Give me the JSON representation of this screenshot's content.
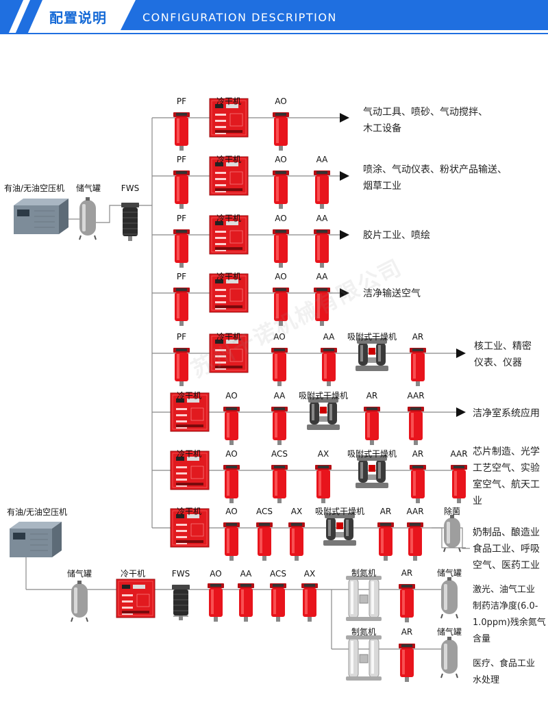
{
  "header": {
    "title_cn": "配置说明",
    "title_en": "CONFIGURATION DESCRIPTION"
  },
  "sources": {
    "top": {
      "compressor": "有油/无油空压机",
      "tank": "储气罐",
      "filter": "FWS"
    },
    "bottom": {
      "compressor": "有油/无油空压机"
    }
  },
  "rows": [
    {
      "labels": [
        "PF",
        "冷干机",
        "AO"
      ],
      "application": [
        "气动工具、喷砂、气动搅拌、",
        "木工设备"
      ]
    },
    {
      "labels": [
        "PF",
        "冷干机",
        "AO",
        "AA"
      ],
      "application": [
        "喷涂、气动仪表、粉状产品输送、",
        "烟草工业"
      ]
    },
    {
      "labels": [
        "PF",
        "冷干机",
        "AO",
        "AA"
      ],
      "application": [
        "胶片工业、喷绘"
      ]
    },
    {
      "labels": [
        "PF",
        "冷干机",
        "AO",
        "AA"
      ],
      "application": [
        "洁净输送空气"
      ]
    },
    {
      "labels": [
        "PF",
        "冷干机",
        "AO",
        "AA",
        "吸附式干燥机",
        "AR"
      ],
      "application": [
        "核工业、精密",
        "仪表、仪器"
      ]
    },
    {
      "labels": [
        "冷干机",
        "AO",
        "AA",
        "吸附式干燥机",
        "AR",
        "AAR"
      ],
      "application": [
        "洁净室系统应用"
      ]
    },
    {
      "labels": [
        "冷干机",
        "AO",
        "ACS",
        "AX",
        "吸附式干燥机",
        "AR",
        "AAR"
      ],
      "application": [
        "芯片制造、光学",
        "工艺空气、实验",
        "室空气、航天工",
        "业"
      ]
    },
    {
      "labels": [
        "冷干机",
        "AO",
        "ACS",
        "AX",
        "吸附式干燥机",
        "AR",
        "AAR",
        "除菌"
      ],
      "application": [
        "奶制品、酿造业",
        "食品工业、呼吸",
        "空气、医药工业"
      ]
    }
  ],
  "bottom_line": {
    "labels": [
      "储气罐",
      "冷干机",
      "FWS",
      "AO",
      "AA",
      "ACS",
      "AX"
    ],
    "branch1": {
      "labels": [
        "制氮机",
        "AR",
        "储气罐"
      ],
      "application": [
        "激光、油气工业",
        "制药洁净度(6.0-",
        "1.0ppm)残余氮气",
        "含量"
      ]
    },
    "branch2": {
      "labels": [
        "制氮机",
        "AR",
        "储气罐"
      ],
      "application": [
        "医疗、食品工业",
        "水处理"
      ]
    }
  },
  "watermark": "苏州千诺机械有限公司",
  "colors": {
    "accent": "#1f6fe0",
    "filter_red": "#e8141c",
    "dryer_red": "#e11a1f",
    "line": "#888888"
  }
}
